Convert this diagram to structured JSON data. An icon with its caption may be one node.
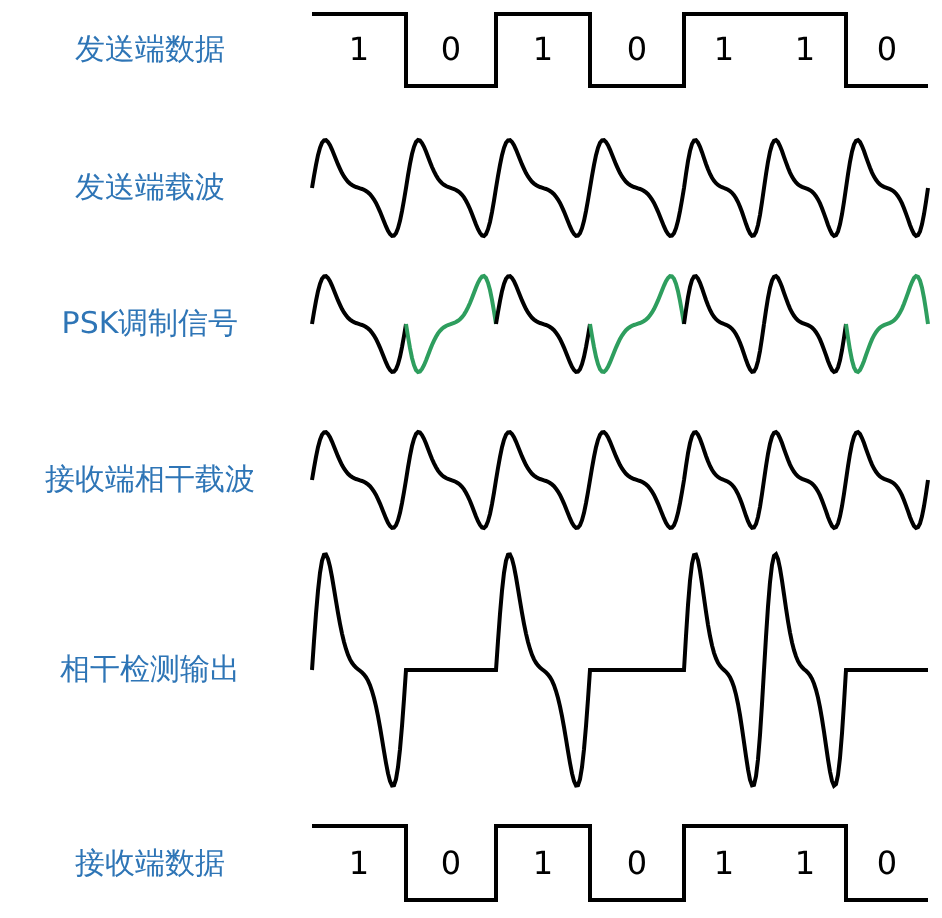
{
  "diagram": {
    "labels": [
      "发送端数据",
      "1",
      "0",
      "1",
      "0",
      "1",
      "1",
      "0",
      "发送端载波",
      "PSK调制信号",
      "接收端相干载波",
      "相干检测输出",
      "接收端数据",
      "1",
      "0",
      "1",
      "0",
      "1",
      "1",
      "0"
    ]
  }
}
